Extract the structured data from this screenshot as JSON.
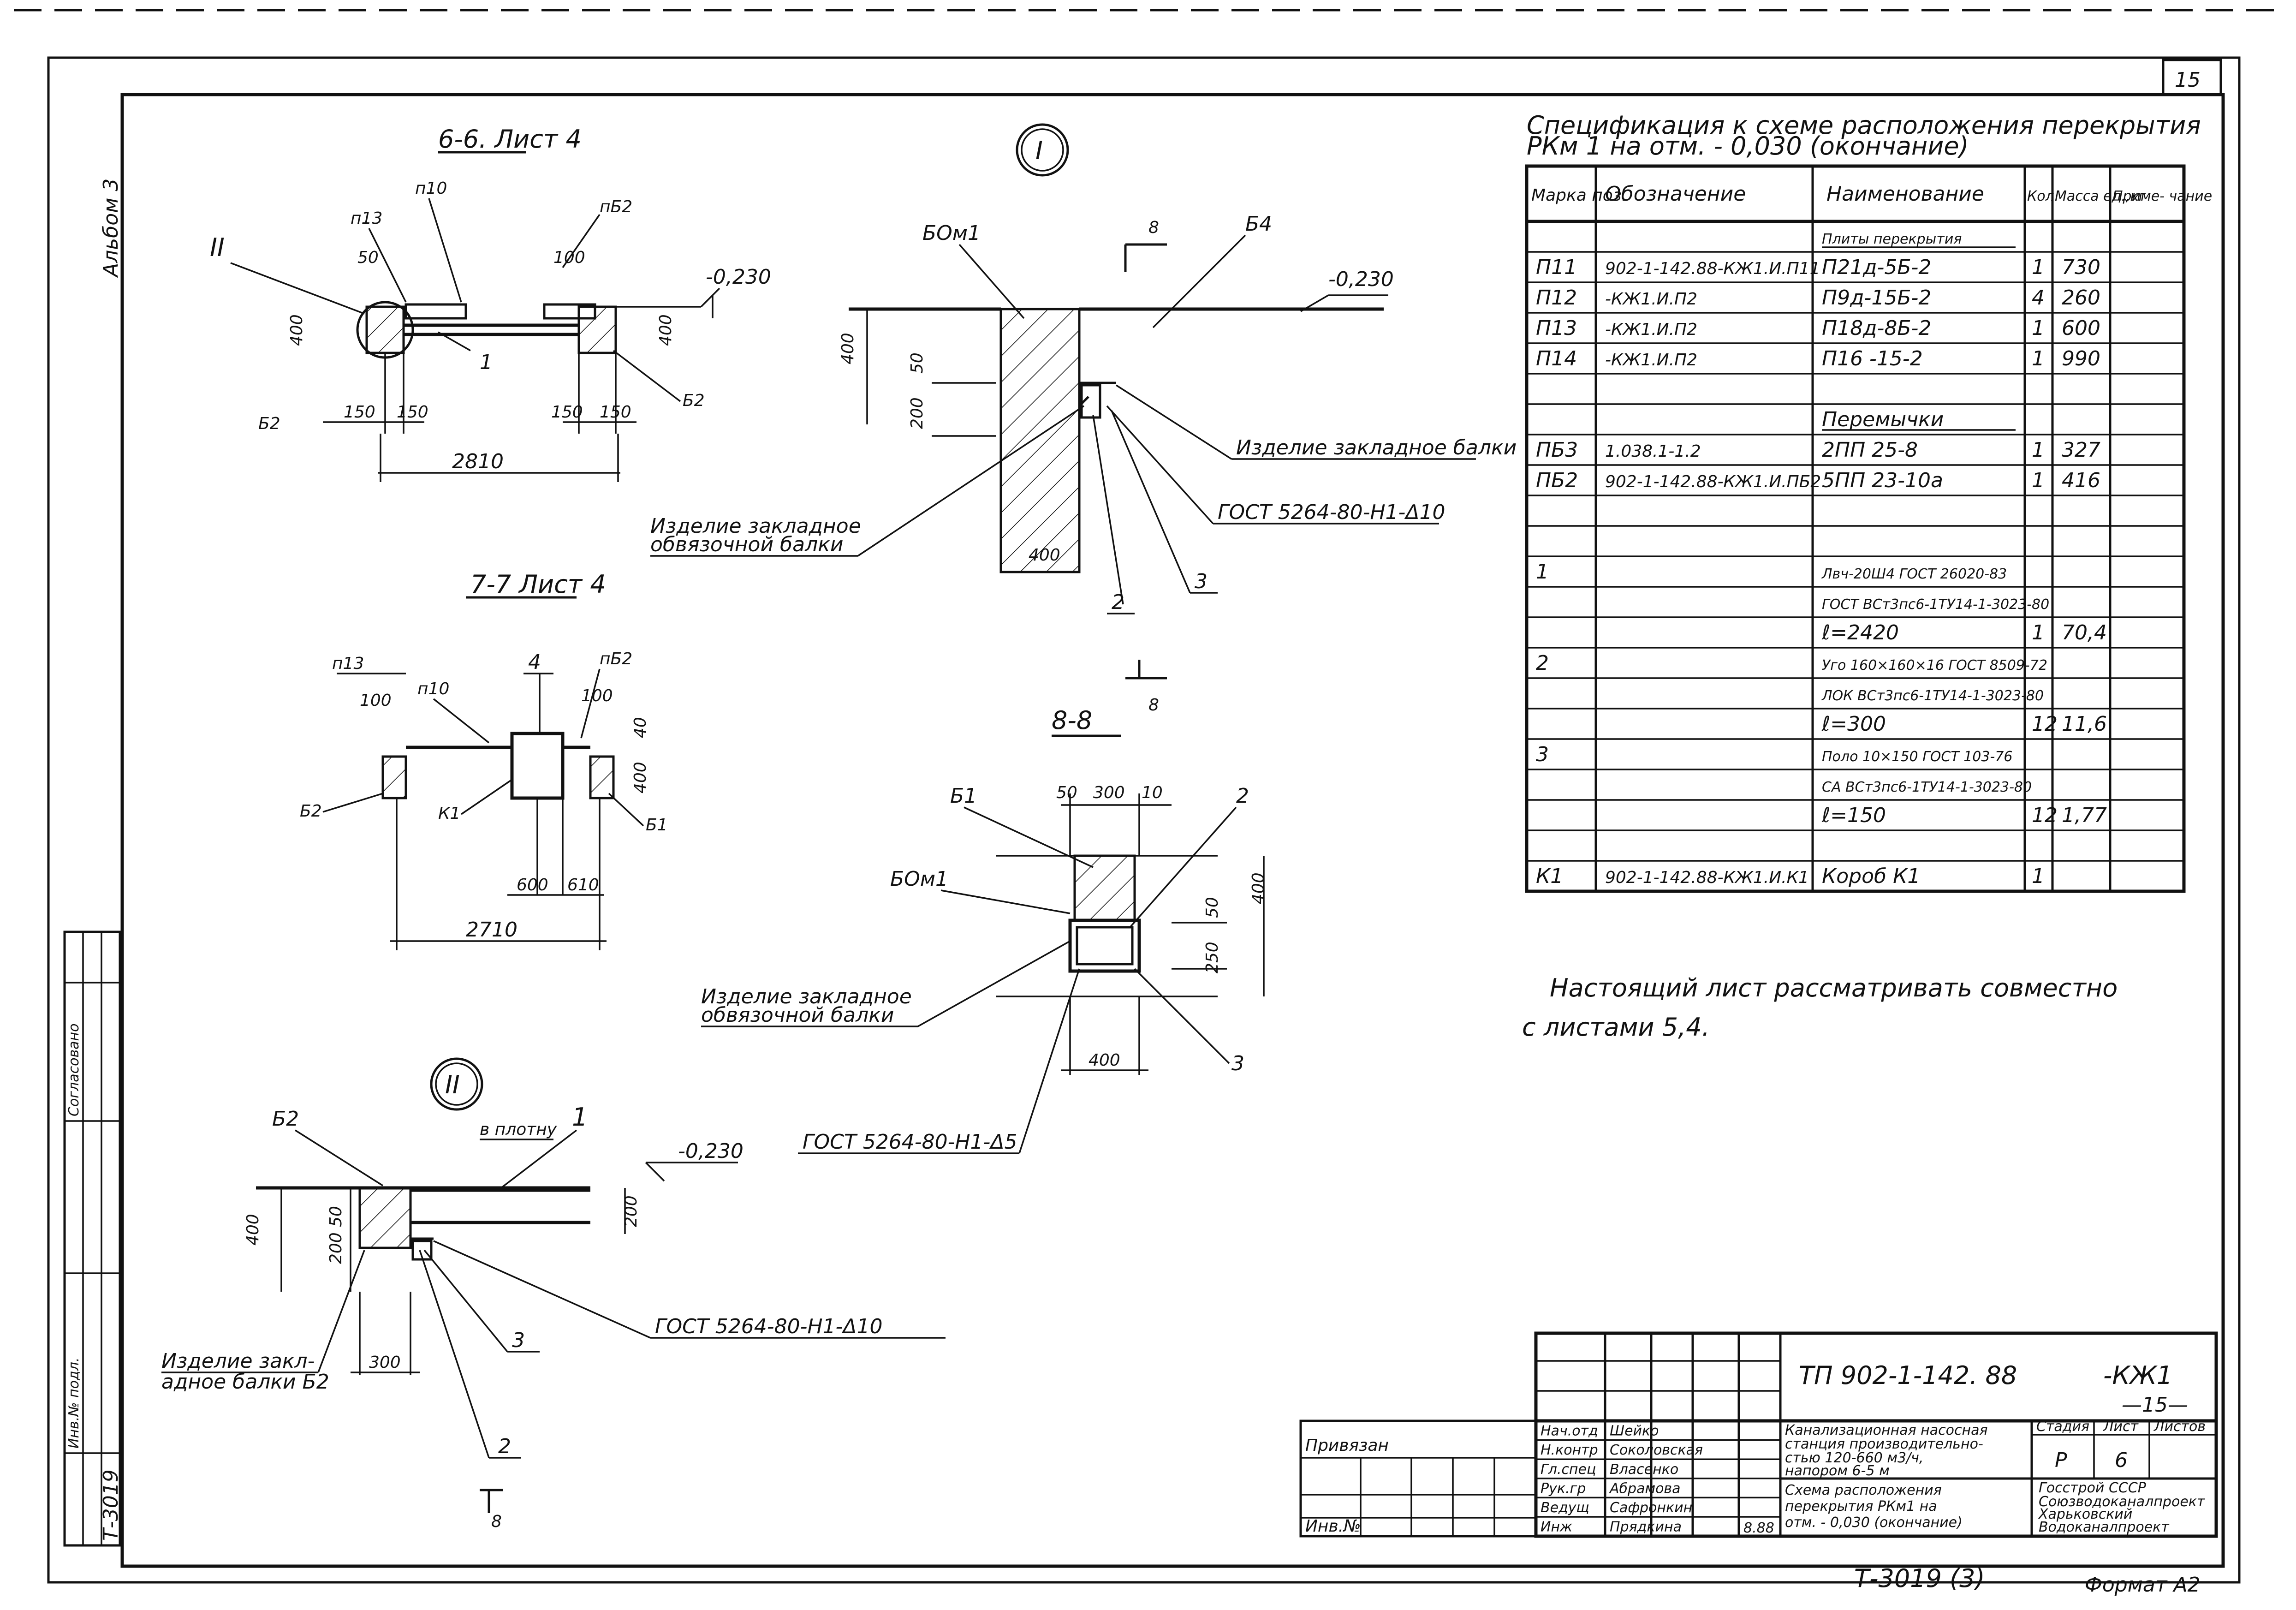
{
  "sheet_number": "15",
  "album_label": "Альбом 3",
  "drawing_code": "ТП 902-1-142. 88",
  "drawing_suffix": "-КЖ1",
  "sheet_mark": "—15—",
  "archive_code": "Т-3019 (3)",
  "format_label": "Формат А2",
  "spec": {
    "title_line1": "Спецификация к схеме расположения перекрытия",
    "title_line2": "РКм 1 на отм. - 0,030 (окончание)",
    "headers": {
      "mark": "Марка поз.",
      "designation": "Обозначение",
      "name": "Наименование",
      "qty": "Кол",
      "mass": "Масса ед.,кг",
      "note": "Приме- чание"
    },
    "rows": [
      {
        "mark": "",
        "designation": "",
        "name": "Плиты перекрытия",
        "qty": "",
        "mass": "",
        "section": true
      },
      {
        "mark": "П11",
        "designation": "902-1-142.88-КЖ1.И.П11",
        "name": "П21д-5Б-2",
        "qty": "1",
        "mass": "730"
      },
      {
        "mark": "П12",
        "designation": "-КЖ1.И.П2",
        "name": "П9д-15Б-2",
        "qty": "4",
        "mass": "260"
      },
      {
        "mark": "П13",
        "designation": "-КЖ1.И.П2",
        "name": "П18д-8Б-2",
        "qty": "1",
        "mass": "600"
      },
      {
        "mark": "П14",
        "designation": "-КЖ1.И.П2",
        "name": "П16 -15-2",
        "qty": "1",
        "mass": "990"
      },
      {
        "mark": "",
        "designation": "",
        "name": "",
        "qty": "",
        "mass": ""
      },
      {
        "mark": "",
        "designation": "",
        "name": "Перемычки",
        "qty": "",
        "mass": "",
        "section": true
      },
      {
        "mark": "ПБ3",
        "designation": "1.038.1-1.2",
        "name": "2ПП 25-8",
        "qty": "1",
        "mass": "327"
      },
      {
        "mark": "ПБ2",
        "designation": "902-1-142.88-КЖ1.И.ПБ2",
        "name": "5ПП 23-10а",
        "qty": "1",
        "mass": "416"
      },
      {
        "mark": "",
        "designation": "",
        "name": "",
        "qty": "",
        "mass": ""
      },
      {
        "mark": "",
        "designation": "",
        "name": "",
        "qty": "",
        "mass": ""
      },
      {
        "mark": "1",
        "designation": "",
        "name": "Лвч-20Ш4 ГОСТ 26020-83",
        "qty": "",
        "mass": ""
      },
      {
        "mark": "",
        "designation": "",
        "name": "ГОСТ ВСт3пс6-1ТУ14-1-3023-80",
        "qty": "",
        "mass": ""
      },
      {
        "mark": "",
        "designation": "",
        "name": "ℓ=2420",
        "qty": "1",
        "mass": "70,4"
      },
      {
        "mark": "2",
        "designation": "",
        "name": "Уго 160×160×16 ГОСТ 8509-72",
        "qty": "",
        "mass": ""
      },
      {
        "mark": "",
        "designation": "",
        "name": "ЛОК ВСт3пс6-1ТУ14-1-3023-80",
        "qty": "",
        "mass": ""
      },
      {
        "mark": "",
        "designation": "",
        "name": "ℓ=300",
        "qty": "12",
        "mass": "11,6"
      },
      {
        "mark": "3",
        "designation": "",
        "name": "Поло 10×150 ГОСТ 103-76",
        "qty": "",
        "mass": ""
      },
      {
        "mark": "",
        "designation": "",
        "name": "СА ВСт3пс6-1ТУ14-1-3023-80",
        "qty": "",
        "mass": ""
      },
      {
        "mark": "",
        "designation": "",
        "name": "ℓ=150",
        "qty": "12",
        "mass": "1,77"
      },
      {
        "mark": "",
        "designation": "",
        "name": "",
        "qty": "",
        "mass": ""
      },
      {
        "mark": "К1",
        "designation": "902-1-142.88-КЖ1.И.К1",
        "name": "Короб К1",
        "qty": "1",
        "mass": ""
      }
    ]
  },
  "note_line1": "Настоящий лист рассматривать совместно",
  "note_line2": "с листами 5,4.",
  "views": {
    "v66_title": "6-6. Лист 4",
    "v77_title": "7-7 Лист 4",
    "v88_title": "8-8",
    "node1_label": "I",
    "node2_label": "II",
    "node2_tag": "II"
  },
  "labels": {
    "p10": "п10",
    "p13": "п13",
    "pb2": "пБ2",
    "b2": "Б2",
    "b1": "Б1",
    "b4": "Б4",
    "bom1": "БОм1",
    "k1": "К1",
    "one": "1",
    "two": "2",
    "three": "3",
    "four": "4",
    "eight": "8",
    "elev": "-0,230",
    "embed_beam": "Изделие закладное балки",
    "embed_tie_1": "Изделие закладное",
    "embed_tie_2": "обвязочной балки",
    "gost_d10": "ГОСТ 5264-80-Н1-Δ10",
    "gost_d5": "ГОСТ 5264-80-Н1-Δ5",
    "embed_b2_1": "Изделие закл-",
    "embed_b2_2": "адное балки Б2",
    "in_place": "в плотну",
    "b2_left": "Б2"
  },
  "dims": {
    "d50": "50",
    "d100": "100",
    "d150": "150",
    "d400": "400",
    "d2810": "2810",
    "d2710": "2710",
    "d600": "600",
    "d610": "610",
    "d40": "40",
    "d200": "200",
    "d300": "300",
    "d250": "250",
    "d20050": "200 50",
    "d10": "10"
  },
  "title_block": {
    "privyazan": "Привязан",
    "inv_no": "Инв.№",
    "staff": [
      {
        "role": "Нач.отд",
        "name": "Шейко"
      },
      {
        "role": "Н.контр",
        "name": "Соколовская"
      },
      {
        "role": "Гл.спец",
        "name": "Власенко"
      },
      {
        "role": "Рук.гр",
        "name": "Абрамова"
      },
      {
        "role": "Ведущ",
        "name": "Сафронкин"
      },
      {
        "role": "Инж",
        "name": "Прядкина"
      }
    ],
    "project_l1": "Канализационная насосная",
    "project_l2": "станция производительно-",
    "project_l3": "стью 120-660 м3/ч,",
    "project_l4": "напором 6-5 м",
    "sheet_title_l1": "Схема расположения",
    "sheet_title_l2": "перекрытия РКм1 на",
    "sheet_title_l3": "отм. - 0,030 (окончание)",
    "stage_h": "Стадия",
    "sheet_h": "Лист",
    "sheets_h": "Листов",
    "stage": "Р",
    "sheet": "6",
    "org_l1": "Госстрой СССР",
    "org_l2": "Союзводоканалпроект",
    "org_l3": "Харьковский",
    "org_l4": "Водоканалпроект",
    "date": "8.88"
  },
  "side_stamp": {
    "l1": "Согласовано",
    "l2": "Инв.№ подл.",
    "l3": "Т-3019"
  }
}
